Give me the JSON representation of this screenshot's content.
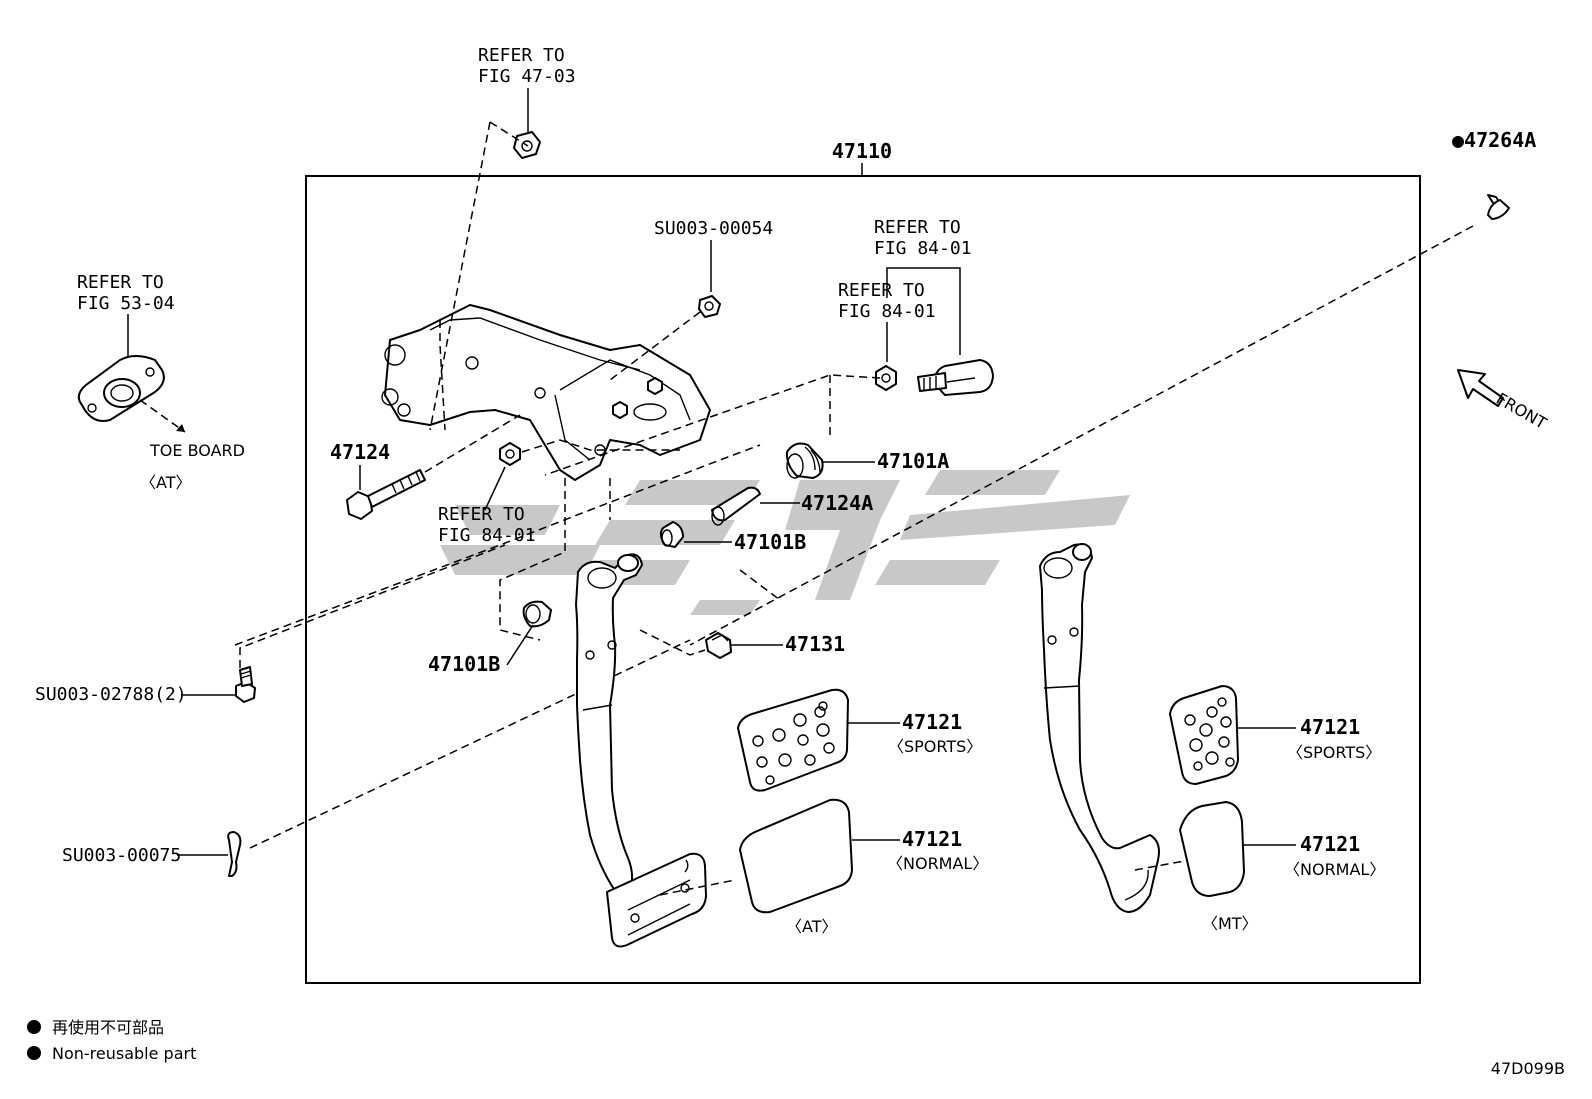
{
  "labels": {
    "main_assembly": "47110",
    "refer_47_03": [
      "REFER TO",
      "FIG 47-03"
    ],
    "refer_53_04": [
      "REFER TO",
      "FIG 53-04"
    ],
    "toe_board": "TOE BOARD",
    "toe_board_at": "〈AT〉",
    "su_00054": "SU003-00054",
    "refer_84_01_top": [
      "REFER TO",
      "FIG 84-01"
    ],
    "refer_84_01_mid": [
      "REFER TO",
      "FIG 84-01"
    ],
    "refer_84_01_low": [
      "REFER TO",
      "FIG 84-01"
    ],
    "p47264a": "●47264A",
    "front": "FRONT",
    "p47124": "47124",
    "p47101a": "47101A",
    "p47124a": "47124A",
    "p47101b_upper": "47101B",
    "p47101b_lower": "47101B",
    "p47131": "47131",
    "su_02788": "SU003-02788(2)",
    "su_00075": "SU003-00075",
    "p47121_at_sports": "47121",
    "at_sports_note": "〈SPORTS〉",
    "p47121_at_normal": "47121",
    "at_normal_note": "〈NORMAL〉",
    "at_caption": "〈AT〉",
    "p47121_mt_sports": "47121",
    "mt_sports_note": "〈SPORTS〉",
    "p47121_mt_normal": "47121",
    "mt_normal_note": "〈NORMAL〉",
    "mt_caption": "〈MT〉"
  },
  "legend": {
    "jp": "再使用不可部品",
    "en": "Non-reusable part"
  },
  "figure_id": "47D099B"
}
